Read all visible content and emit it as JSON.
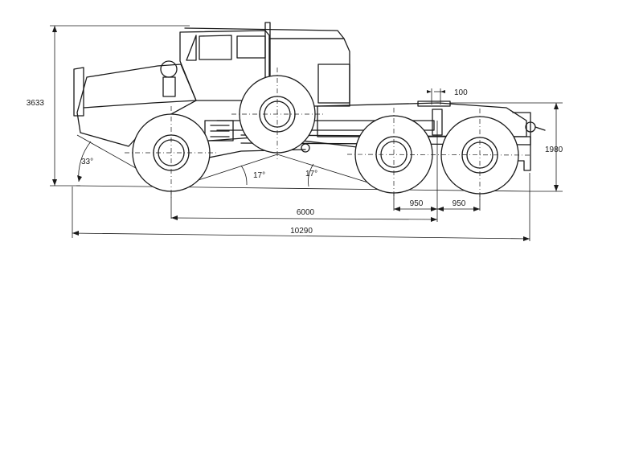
{
  "drawing": {
    "height_overall": "3633",
    "fifth_wheel_height": "1980",
    "kingpin_offset": "100",
    "wheelbase": "6000",
    "rear_axle_spacing_1": "950",
    "rear_axle_spacing_2": "950",
    "overall_length": "10290",
    "approach_angle": "33°",
    "ramp_angle_front": "17°",
    "ramp_angle_rear": "17°"
  }
}
